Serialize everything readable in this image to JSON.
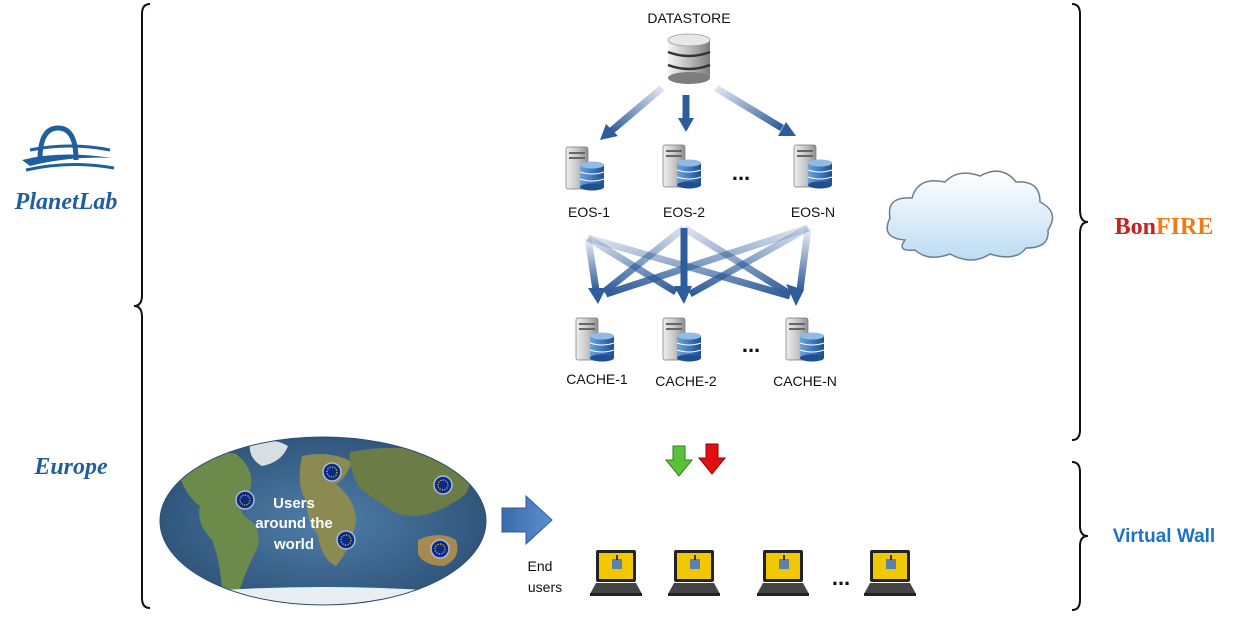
{
  "left_labels": {
    "planetlab": "PlanetLab",
    "europe": "Europe"
  },
  "right_labels": {
    "bonfire_prefix": "Bon",
    "bonfire_suffix": "FIRE",
    "virtual_wall": "Virtual Wall"
  },
  "datastore": {
    "label": "DATASTORE",
    "icon": "database-server-icon"
  },
  "eos_nodes": {
    "labels": [
      "EOS-1",
      "EOS-2",
      "EOS-N"
    ],
    "ellipsis": "...",
    "icon": "server-database-icon"
  },
  "cache_nodes": {
    "labels": [
      "CACHE-1",
      "CACHE-2",
      "CACHE-N"
    ],
    "ellipsis": "...",
    "icon": "server-database-icon"
  },
  "world_map": {
    "text_line1": "Users",
    "text_line2": "around the",
    "text_line3": "world",
    "marker_icon": "eu-flag-marker-icon"
  },
  "end_users": {
    "line1": "End",
    "line2": "users",
    "ellipsis": "...",
    "icon": "laptop-icon"
  },
  "colors": {
    "arrow_blue": "#2f5c9a",
    "up_arrow": "#5ac23a",
    "down_arrow": "#e01010",
    "bonfire_red": "#c8201e",
    "bonfire_orange": "#f07a18",
    "label_blue": "#1a73c8",
    "planetlab_blue": "#1f5f9e"
  }
}
